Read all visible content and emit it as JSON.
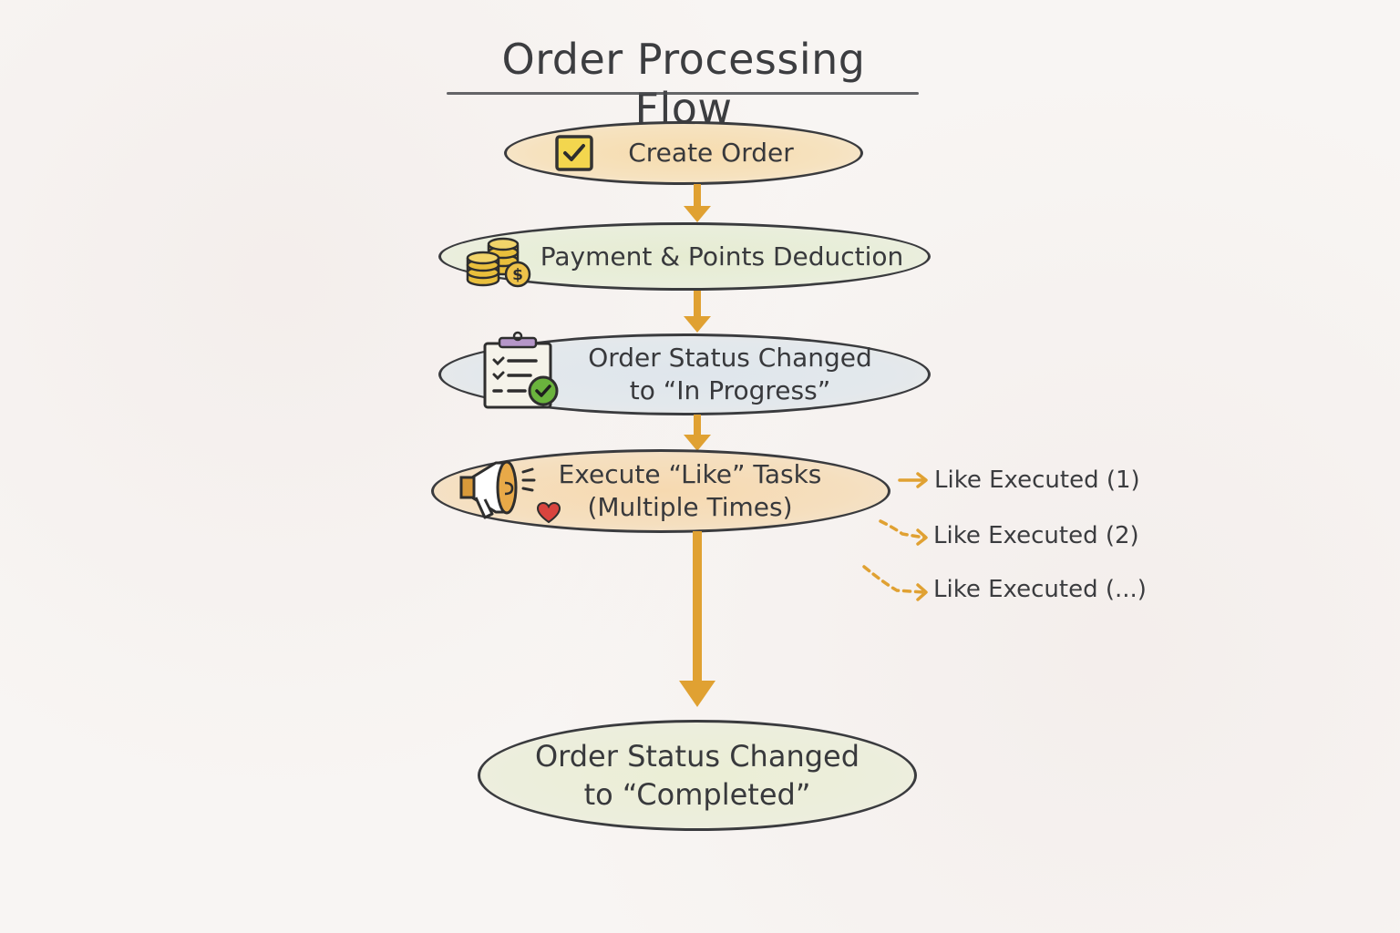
{
  "title": "Order Processing Flow",
  "colors": {
    "arrow": "#e0a132",
    "outline": "#3a3b3e",
    "text": "#38393c",
    "create_fill": "#f7dcae",
    "payment_fill": "#e6ecd2",
    "progress_fill": "#dfe6ec",
    "like_fill": "#f6d9b0",
    "completed_fill": "#ebeed5"
  },
  "steps": [
    {
      "id": "create-order",
      "label": "Create Order",
      "icon": "checkbox-icon"
    },
    {
      "id": "payment",
      "label": "Payment & Points Deduction",
      "icon": "coins-icon"
    },
    {
      "id": "in-progress",
      "line1": "Order Status Changed",
      "line2": "to “In Progress”",
      "icon": "clipboard-check-icon"
    },
    {
      "id": "like-tasks",
      "line1": "Execute “Like” Tasks",
      "line2": "(Multiple Times)",
      "icon": "megaphone-icon",
      "secondary_icon": "heart-icon"
    },
    {
      "id": "completed",
      "line1": "Order Status Changed",
      "line2": "to “Completed”"
    }
  ],
  "branches": [
    {
      "label": "Like Executed (1)",
      "style": "solid"
    },
    {
      "label": "Like Executed (2)",
      "style": "dashed"
    },
    {
      "label": "Like Executed (...)",
      "style": "dashed"
    }
  ]
}
